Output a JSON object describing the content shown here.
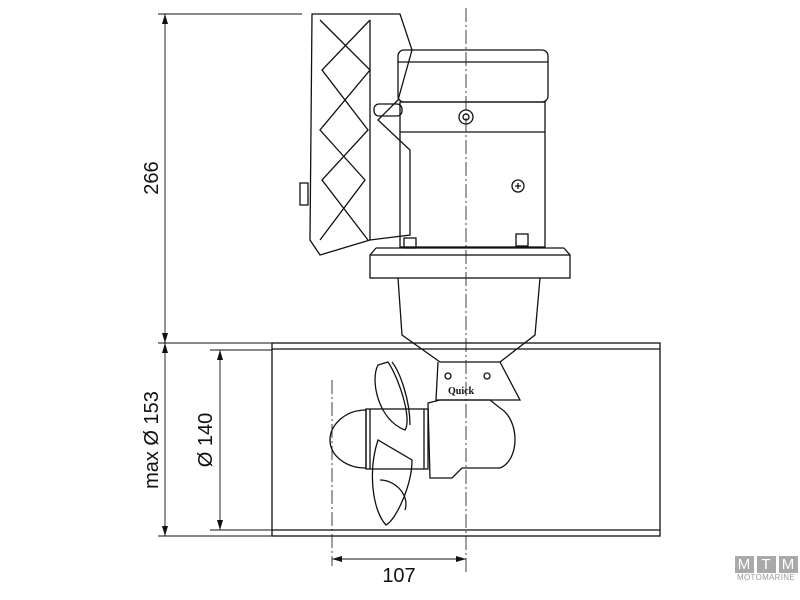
{
  "dimensions": {
    "height": "266",
    "max_diameter": "max Ø 153",
    "tunnel_diameter": "Ø 140",
    "prop_offset": "107"
  },
  "logo": "Quick",
  "watermark": {
    "letters": [
      "M",
      "T",
      "M"
    ],
    "name": "MOTOMARINE"
  },
  "colors": {
    "line": "#111111",
    "watermark": "#a9a9a9"
  }
}
